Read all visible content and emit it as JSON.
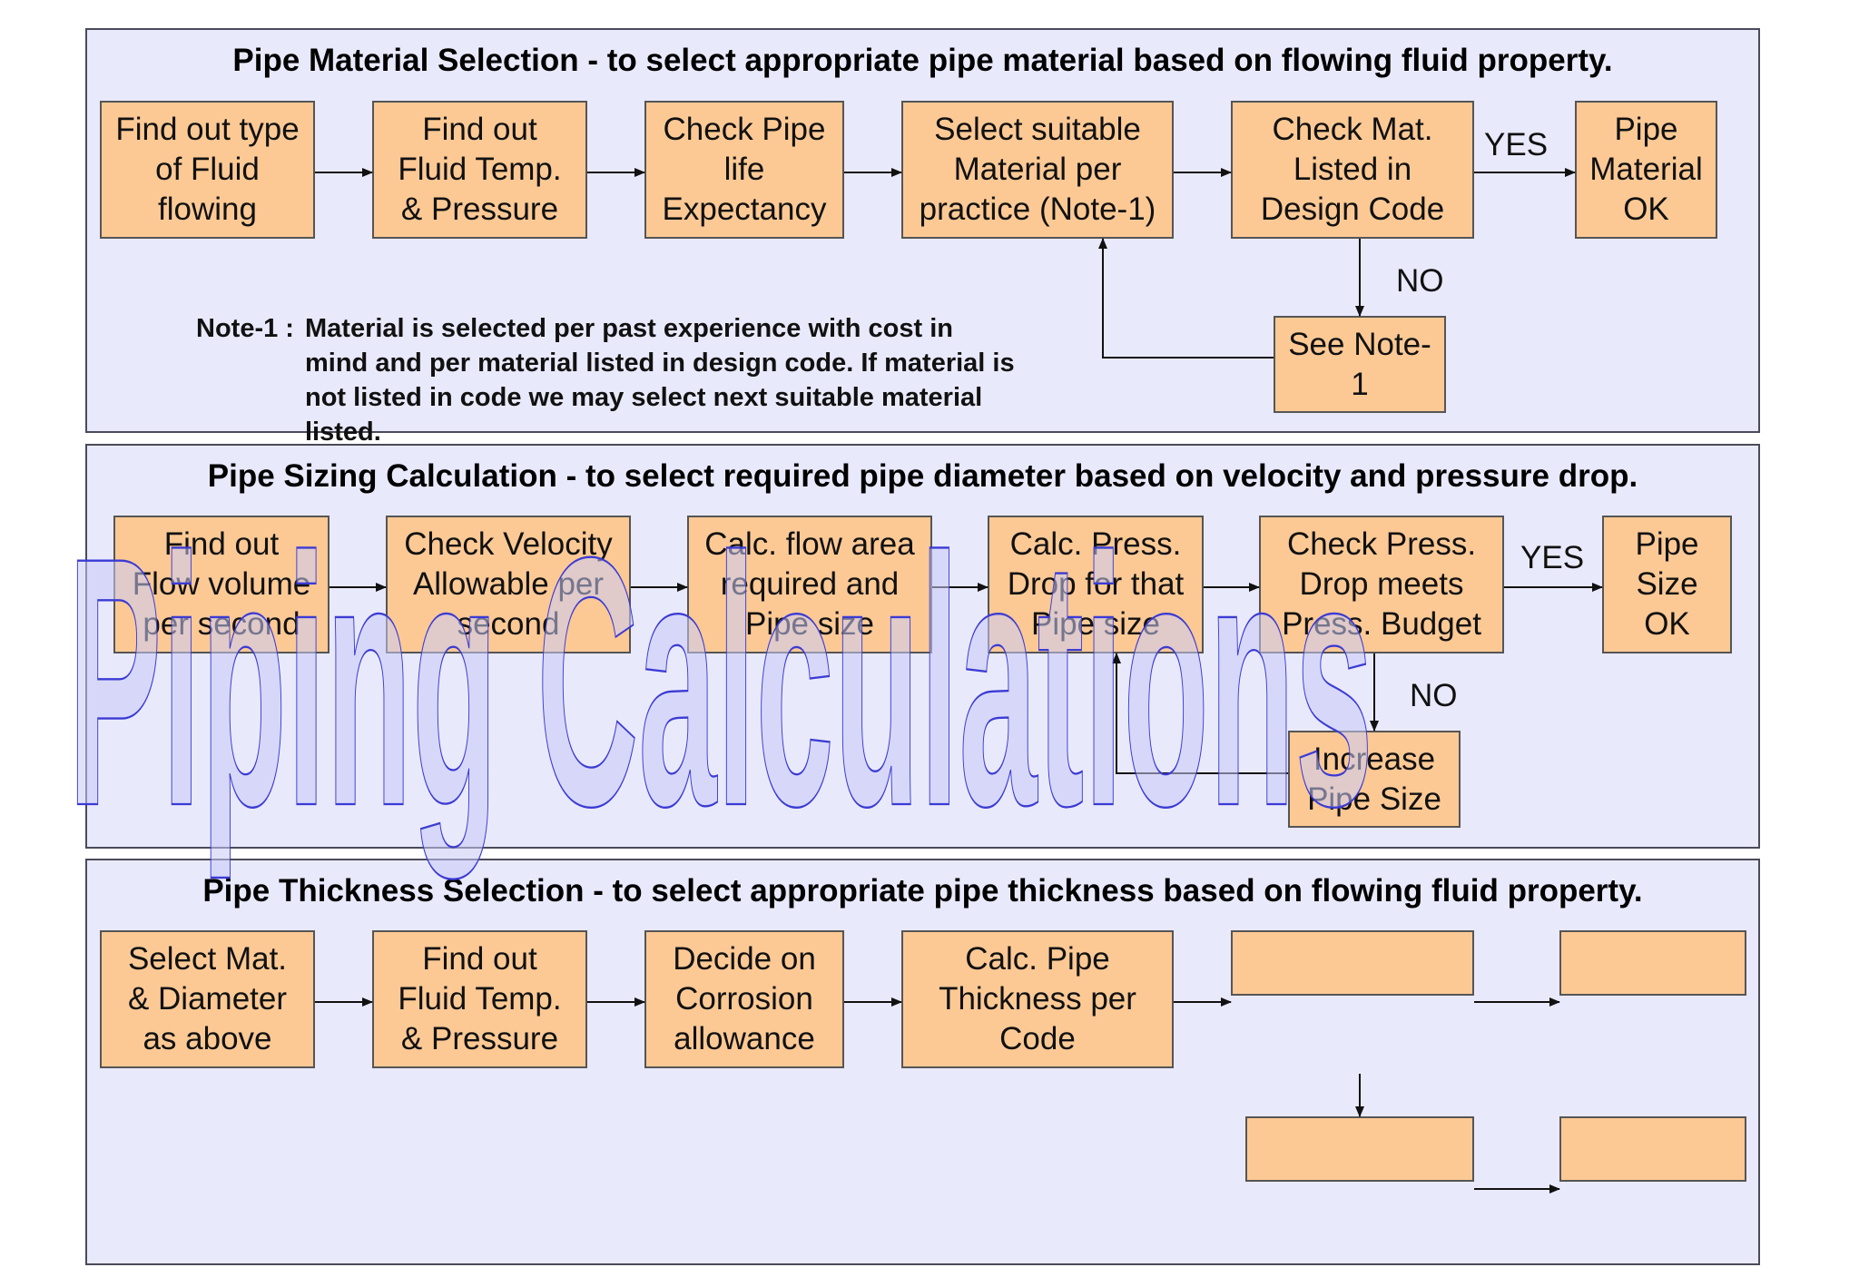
{
  "watermark": "Piping Calculations",
  "colors": {
    "panel_bg": "#e9e9fc",
    "box_fill": "#fcc995",
    "box_border": "#555555",
    "watermark_stroke": "#3b3bd4"
  },
  "section1": {
    "title": "Pipe Material Selection - to select appropriate pipe material based on flowing fluid property.",
    "steps": [
      "Find out type\nof Fluid\nflowing",
      "Find out\nFluid Temp.\n& Pressure",
      "Check Pipe\nlife\nExpectancy",
      "Select suitable\nMaterial per\npractice (Note-1)",
      "Check Mat.\nListed in\nDesign Code",
      "Pipe\nMaterial\nOK"
    ],
    "no_box": "See Note-\n1",
    "yes_label": "YES",
    "no_label": "NO",
    "note_key": "Note-1 :",
    "note_text": "Material is selected per past experience with cost in\nmind and per material listed in design code. If material is\nnot listed in code we may select next suitable material\nlisted."
  },
  "section2": {
    "title": "Pipe Sizing Calculation - to select required pipe diameter based on velocity and pressure drop.",
    "steps": [
      "Find out\nFlow volume\nper second",
      "Check Velocity\nAllowable per\nsecond",
      "Calc. flow area\nrequired and\nPipe size",
      "Calc. Press.\nDrop for that\nPipe size",
      "Check Press.\nDrop meets\nPress. Budget",
      "Pipe\nSize\nOK"
    ],
    "no_box": "Increase\nPipe Size",
    "yes_label": "YES",
    "no_label": "NO"
  },
  "section3": {
    "title": "Pipe Thickness Selection - to select appropriate pipe thickness based on flowing fluid property.",
    "steps": [
      "Select Mat.\n& Diameter\nas above",
      "Find out\nFluid Temp.\n& Pressure",
      "Decide  on\nCorrosion\nallowance",
      "Calc. Pipe\nThickness per\nCode"
    ]
  }
}
